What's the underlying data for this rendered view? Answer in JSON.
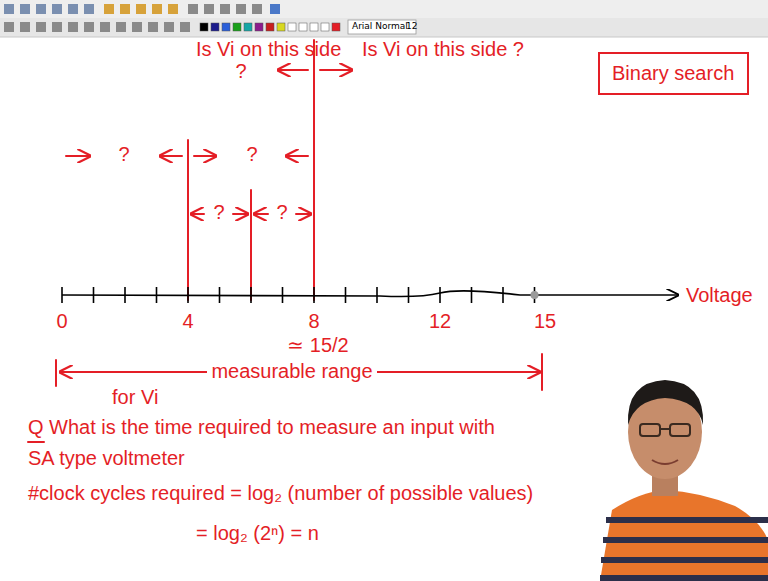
{
  "diagram": {
    "nodes": [
      {
        "text": [
          "Binary search"
        ]
      }
    ],
    "labels": [
      "Arial Normal",
      "12",
      "Is Vi on this side",
      "Is Vi on this side ?",
      "?",
      "?",
      "?",
      "?",
      "?",
      "Voltage",
      "0",
      "4",
      "8",
      "12",
      "15",
      "≃ 15/2",
      "measurable range",
      "for Vi",
      "Q What is the time required to measure an input with",
      "SA type voltmeter",
      "#clock cycles required = log₂ (number of possible values)",
      "= log₂ (2ⁿ) = n"
    ]
  }
}
